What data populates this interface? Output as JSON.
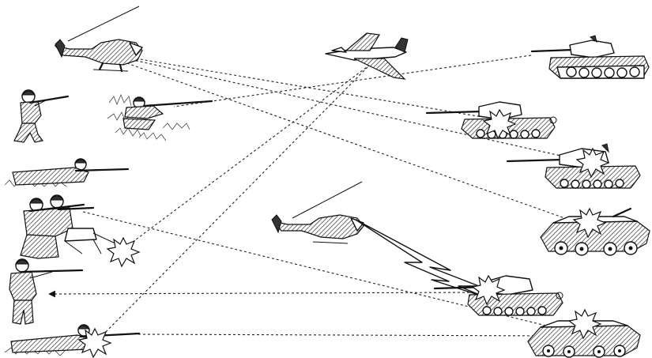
{
  "scene": {
    "units": [
      {
        "id": "helicopter-top",
        "kind": "attack-helicopter"
      },
      {
        "id": "jet",
        "kind": "ground-attack-aircraft"
      },
      {
        "id": "tank-top",
        "kind": "main-battle-tank"
      },
      {
        "id": "tank-2",
        "kind": "main-battle-tank",
        "hit": true
      },
      {
        "id": "tank-3",
        "kind": "main-battle-tank",
        "hit": true
      },
      {
        "id": "apc-1",
        "kind": "armored-personnel-carrier",
        "hit": true
      },
      {
        "id": "tank-4",
        "kind": "main-battle-tank",
        "hit": true
      },
      {
        "id": "apc-2",
        "kind": "armored-personnel-carrier",
        "hit": true
      },
      {
        "id": "helicopter-mid",
        "kind": "attack-helicopter",
        "effect": "lightning-strike"
      },
      {
        "id": "soldier-kneeling",
        "kind": "infantry"
      },
      {
        "id": "sniper-in-grass",
        "kind": "infantry"
      },
      {
        "id": "soldier-prone-1",
        "kind": "infantry"
      },
      {
        "id": "squad-atgm",
        "kind": "infantry",
        "hit": true
      },
      {
        "id": "soldier-standing",
        "kind": "infantry"
      },
      {
        "id": "soldier-prone-2",
        "kind": "infantry",
        "hit": true
      }
    ],
    "fire_lines": [
      {
        "from": "helicopter-top",
        "to": "tank-2"
      },
      {
        "from": "helicopter-top",
        "to": "tank-3"
      },
      {
        "from": "helicopter-top",
        "to": "apc-1"
      },
      {
        "from": "jet",
        "to": "squad-atgm"
      },
      {
        "from": "jet",
        "to": "soldier-prone-2"
      },
      {
        "from": "tank-top",
        "to": "sniper-in-grass"
      },
      {
        "from": "squad-atgm",
        "to": "apc-2"
      },
      {
        "from": "tank-4",
        "to": "soldier-standing",
        "arrow": true
      },
      {
        "from": "soldier-prone-2",
        "to": "apc-2"
      }
    ]
  }
}
